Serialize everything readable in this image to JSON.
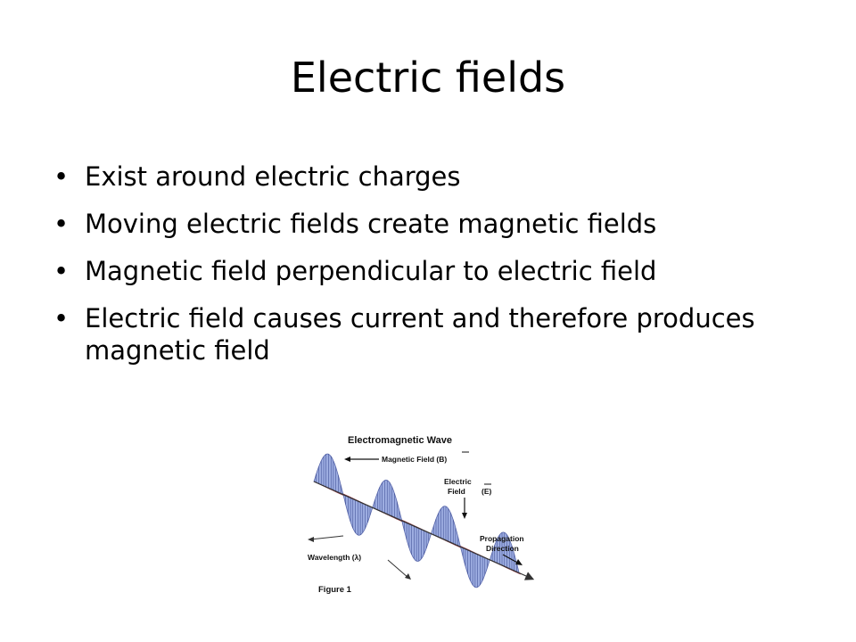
{
  "slide": {
    "title": "Electric fields",
    "bullets": [
      "Exist around electric charges",
      "Moving electric fields create magnetic fields",
      "Magnetic field perpendicular to electric field",
      "Electric field causes current and therefore produces magnetic field"
    ],
    "bullet_glyph": "•"
  },
  "figure": {
    "title": "Electromagnetic Wave",
    "magnetic_label": "Magnetic Field (B)",
    "electric_label_line1": "Electric",
    "electric_label_line2": "Field",
    "electric_symbol": "(E)",
    "propagation_line1": "Propagation",
    "propagation_line2": "Direction",
    "wavelength_label": "Wavelength (λ)",
    "caption": "Figure 1",
    "colors": {
      "magnetic": "#8d9fdc",
      "electric": "#e58a92",
      "axis": "#333333"
    }
  }
}
